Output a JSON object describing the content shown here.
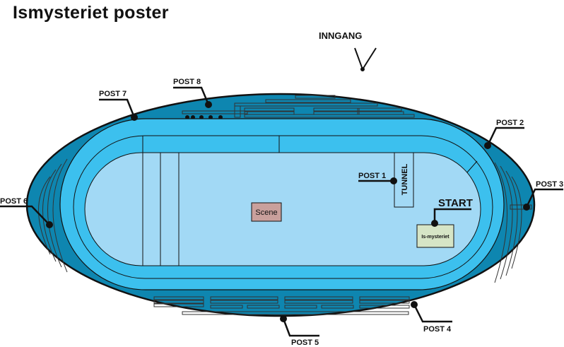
{
  "title": "Ismysteriet poster",
  "entrance_label": "INNGANG",
  "stage_label": "Scene",
  "tunnel_label": "TUNNEL",
  "start_label": "START",
  "start_booth_label": "Is-mysteriet",
  "posts": [
    {
      "id": "post-1",
      "label": "POST 1"
    },
    {
      "id": "post-2",
      "label": "POST 2"
    },
    {
      "id": "post-3",
      "label": "POST 3"
    },
    {
      "id": "post-4",
      "label": "POST 4"
    },
    {
      "id": "post-5",
      "label": "POST 5"
    },
    {
      "id": "post-6",
      "label": "POST 6"
    },
    {
      "id": "post-7",
      "label": "POST 7"
    },
    {
      "id": "post-8",
      "label": "POST 8"
    }
  ],
  "colors": {
    "outer": "#0e86b0",
    "track": "#3cc0ee",
    "infield": "#a2d9f5",
    "stage": "#c9a09c",
    "booth": "#d6e5c6"
  }
}
